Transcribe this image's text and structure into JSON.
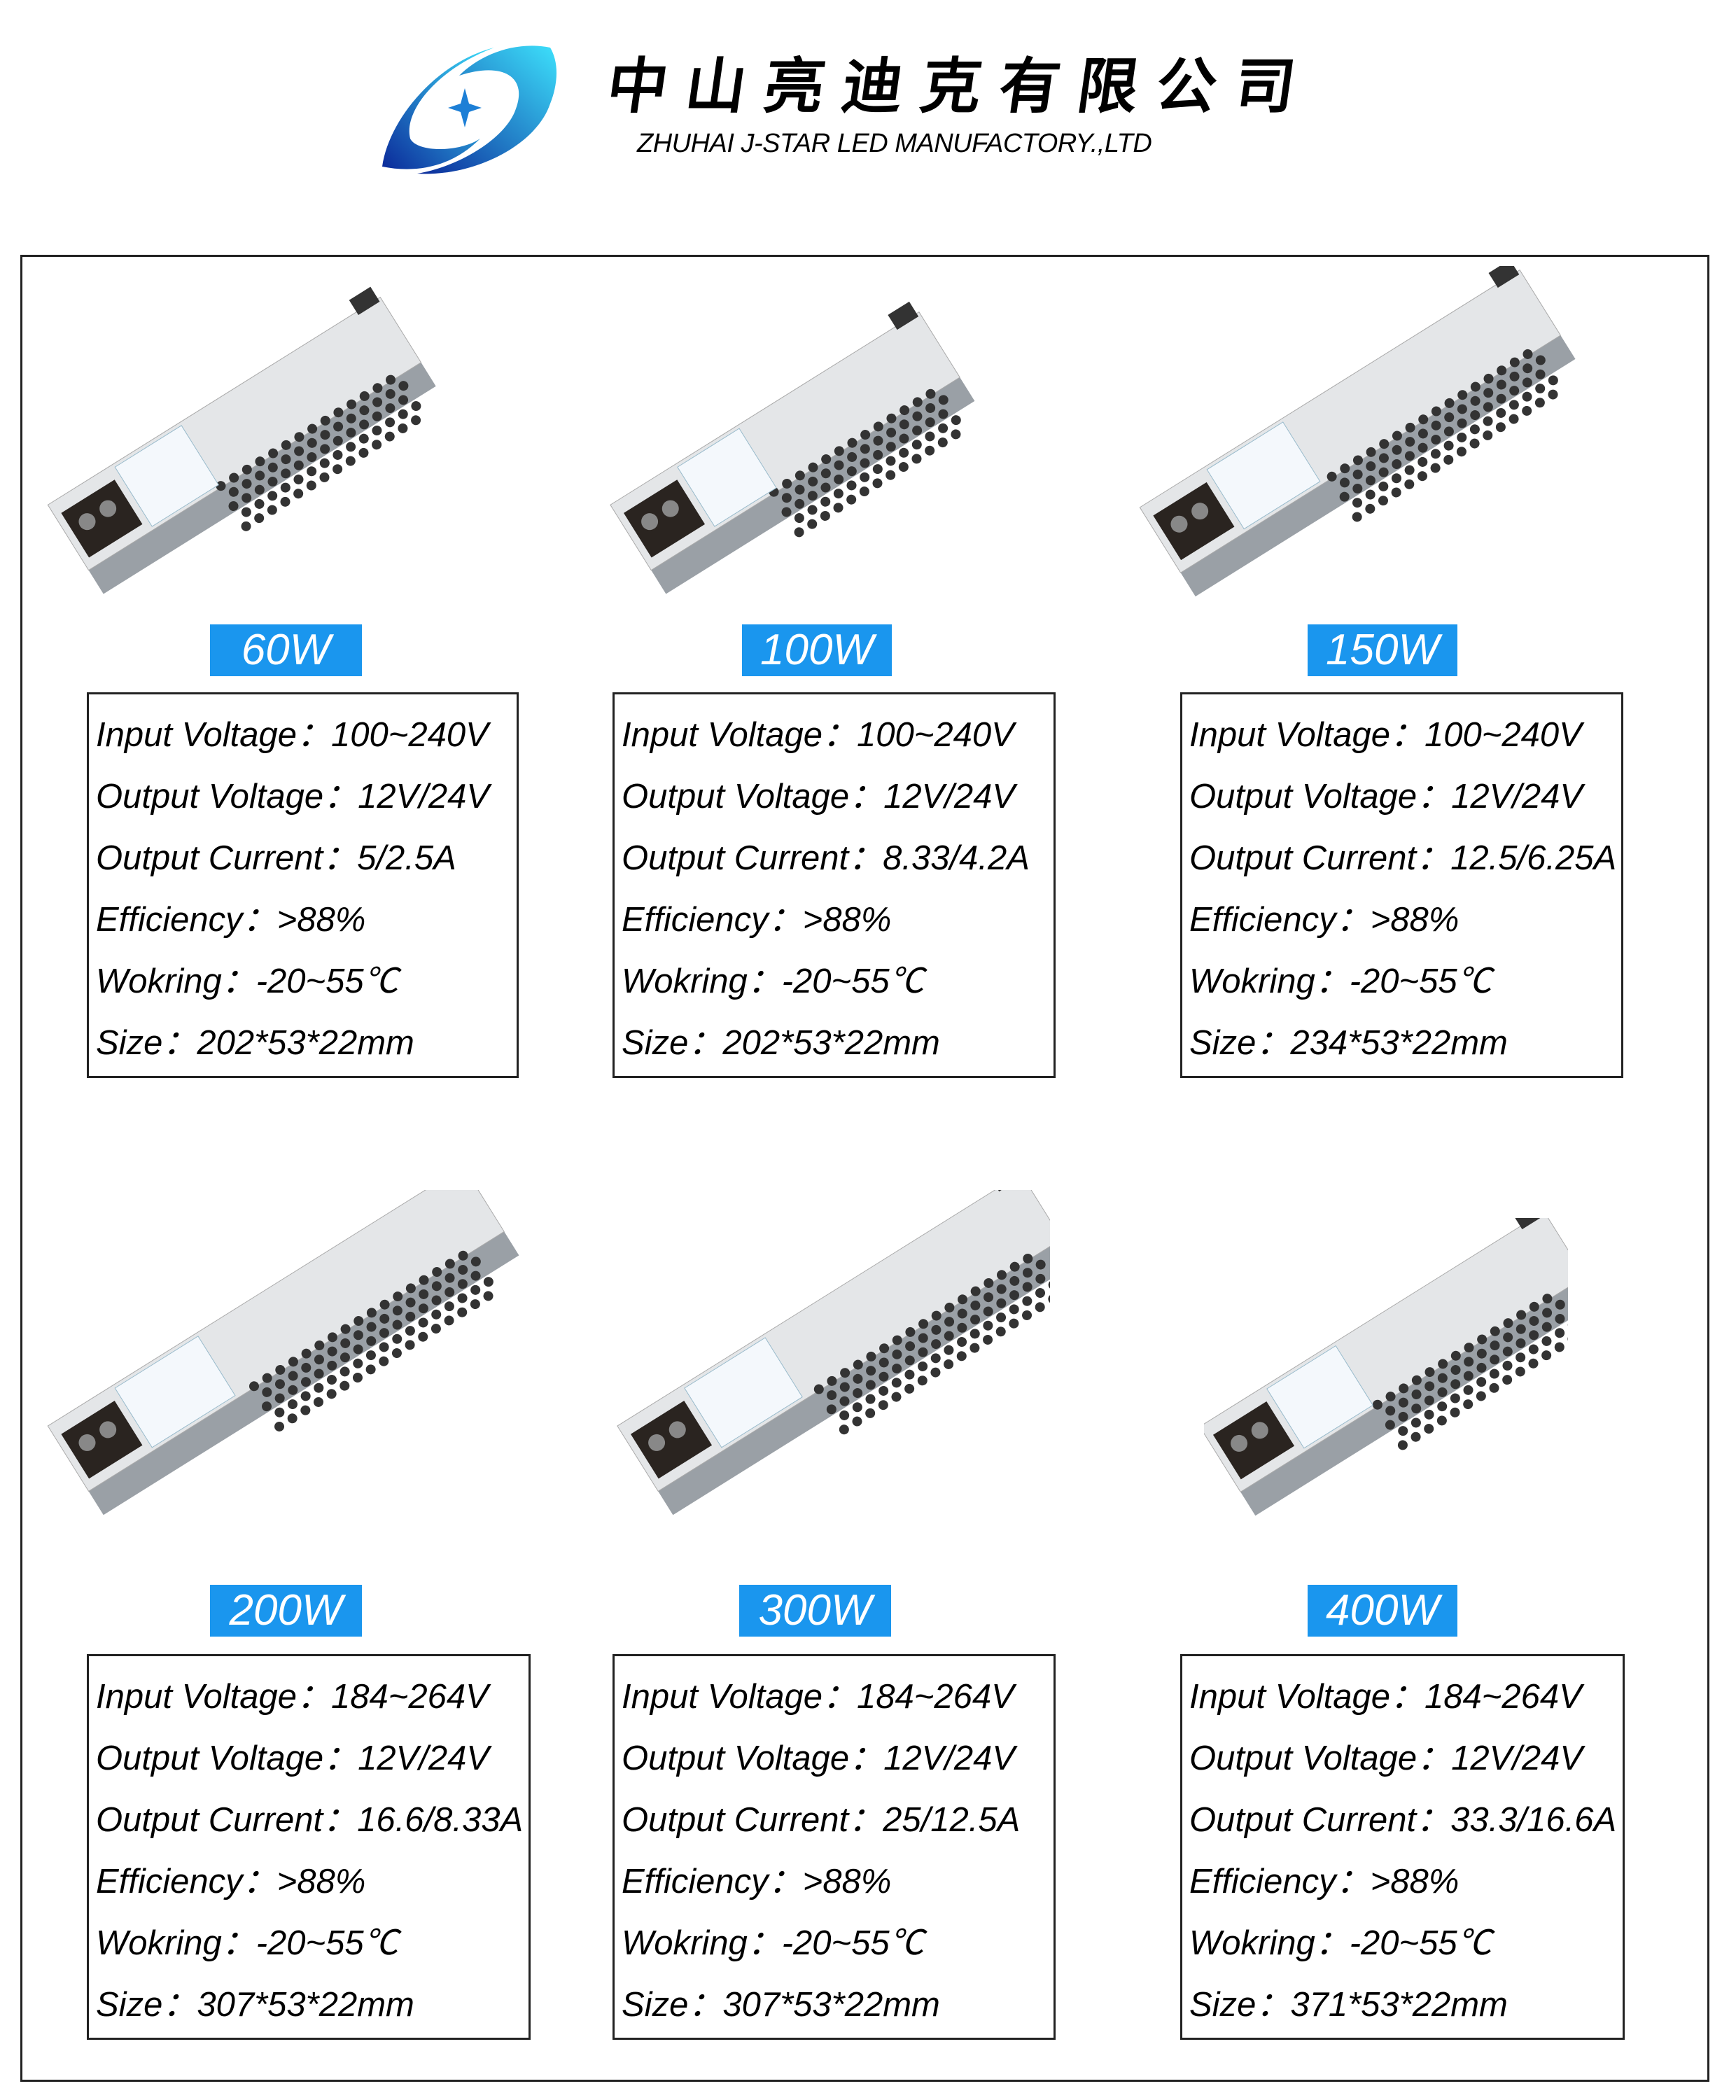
{
  "header": {
    "company_cn": "中山亮迪克有限公司",
    "company_en": "ZHUHAI J-STAR LED MANUFACTORY.,LTD",
    "logo_colors": [
      "#3de0fb",
      "#0b2a9a"
    ]
  },
  "accent_color": "#1a96ee",
  "products": [
    {
      "label": "60W",
      "specs": [
        "Input  Voltage：100~240V",
        "Output  Voltage：12V/24V",
        "Output Current：5/2.5A",
        "Efficiency：>88%",
        "Wokring：-20~55℃",
        "Size：202*53*22mm"
      ]
    },
    {
      "label": "100W",
      "specs": [
        "Input  Voltage：100~240V",
        "Output  Voltage：12V/24V",
        "Output Current：8.33/4.2A",
        "Efficiency：>88%",
        "Wokring：-20~55℃",
        "Size：202*53*22mm"
      ]
    },
    {
      "label": "150W",
      "specs": [
        "Input  Voltage：100~240V",
        "Output  Voltage：12V/24V",
        "Output Current：12.5/6.25A",
        "Efficiency：>88%",
        "Wokring：-20~55℃",
        "Size：234*53*22mm"
      ]
    },
    {
      "label": "200W",
      "specs": [
        "Input  Voltage：184~264V",
        "Output  Voltage：12V/24V",
        "Output Current：16.6/8.33A",
        "Efficiency：>88%",
        "Wokring：-20~55℃",
        "Size：307*53*22mm"
      ]
    },
    {
      "label": "300W",
      "specs": [
        "Input  Voltage：184~264V",
        "Output  Voltage：12V/24V",
        "Output Current：25/12.5A",
        "Efficiency：>88%",
        "Wokring：-20~55℃",
        "Size：307*53*22mm"
      ]
    },
    {
      "label": "400W",
      "specs": [
        "Input  Voltage：184~264V",
        "Output  Voltage：12V/24V",
        "Output Current：33.3/16.6A",
        "Efficiency：>88%",
        "Wokring：-20~55℃",
        "Size：371*53*22mm"
      ]
    }
  ]
}
